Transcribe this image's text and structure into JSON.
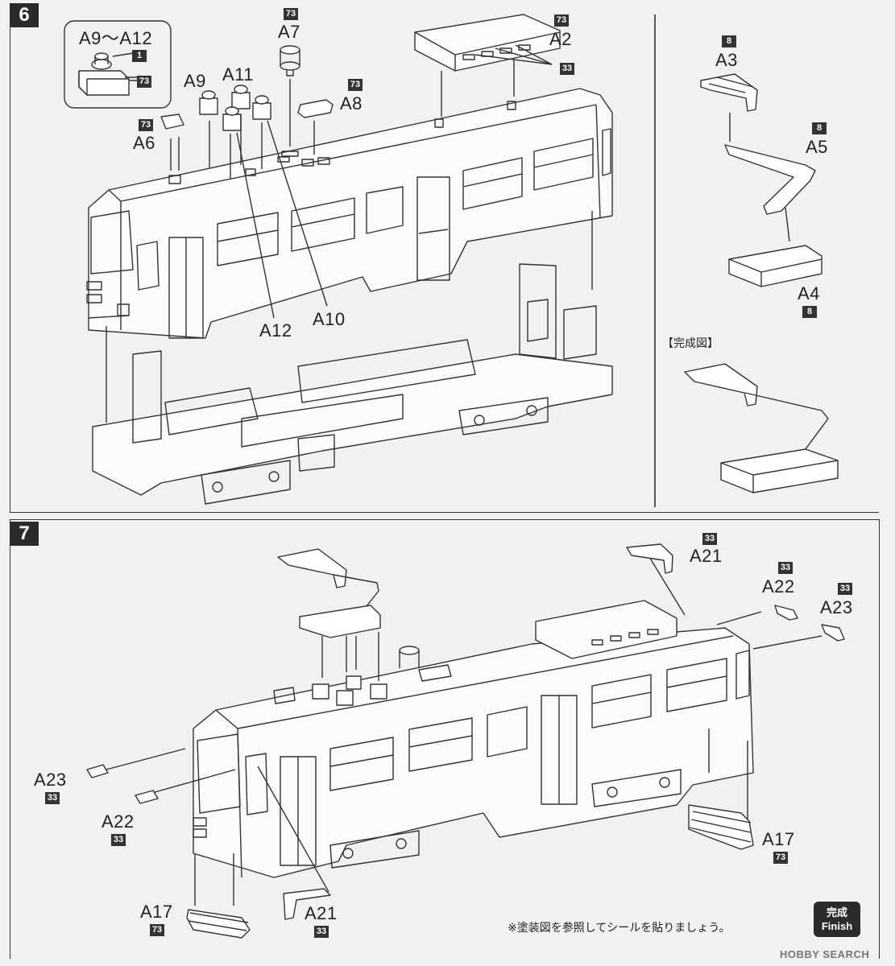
{
  "steps": {
    "six": "6",
    "seven": "7"
  },
  "inset_title": "A9～A12",
  "codes": {
    "c1": "1",
    "c73": "73",
    "c33": "33",
    "c8": "8"
  },
  "labels": {
    "A2": "A2",
    "A3": "A3",
    "A4": "A4",
    "A5": "A5",
    "A6": "A6",
    "A7": "A7",
    "A8": "A8",
    "A9": "A9",
    "A10": "A10",
    "A11": "A11",
    "A12": "A12",
    "A17": "A17",
    "A21": "A21",
    "A22": "A22",
    "A23": "A23"
  },
  "completed_label": "【完成図】",
  "note": "※塗装図を参照してシールを貼りましょう。",
  "finish": {
    "jp": "完成",
    "en": "Finish"
  },
  "watermark": "HOBBY SEARCH",
  "colors": {
    "ink": "#2b2b2b",
    "paper": "#f1f1f0"
  }
}
